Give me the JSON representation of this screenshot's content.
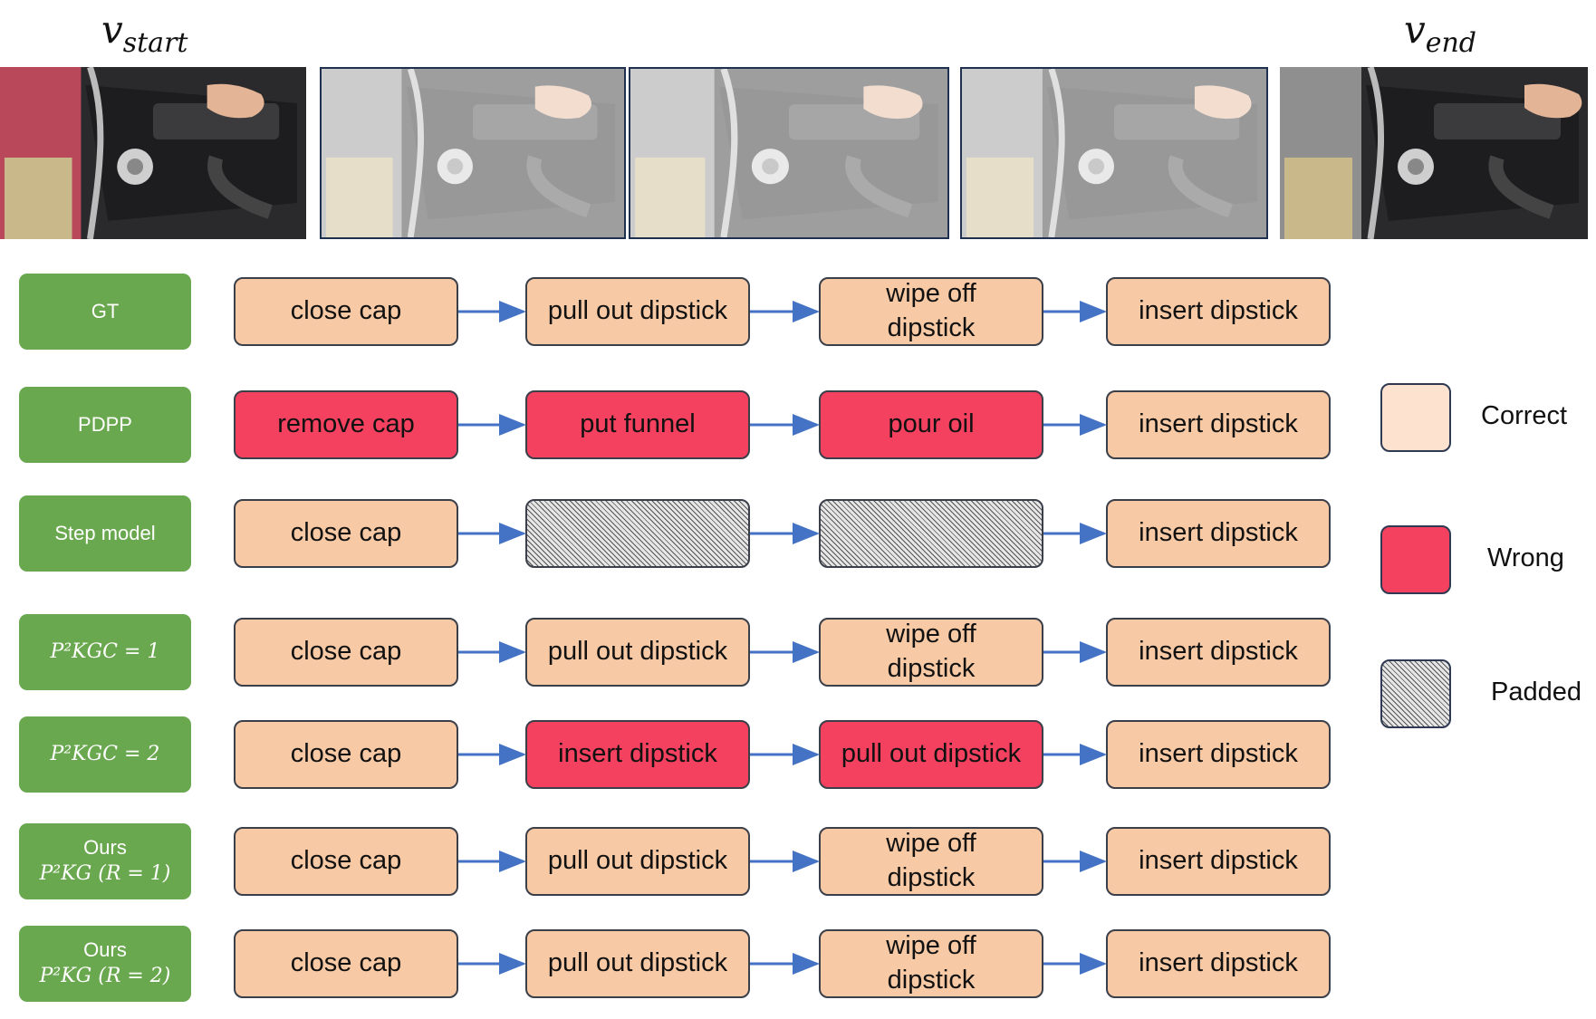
{
  "header": {
    "start_var": "v",
    "start_sub": "start",
    "end_var": "v",
    "end_sub": "end"
  },
  "frames": [
    {
      "name": "start-frame",
      "faded": false
    },
    {
      "name": "intermediate-frame-1",
      "faded": true
    },
    {
      "name": "intermediate-frame-2",
      "faded": true
    },
    {
      "name": "intermediate-frame-3",
      "faded": true
    },
    {
      "name": "end-frame",
      "faded": false
    }
  ],
  "rows": [
    {
      "label": [
        "GT"
      ],
      "math": false,
      "steps": [
        {
          "text": "close cap",
          "status": "correct"
        },
        {
          "text": "pull out dipstick",
          "status": "correct"
        },
        {
          "text": "wipe off dipstick",
          "status": "correct"
        },
        {
          "text": "insert dipstick",
          "status": "correct"
        }
      ]
    },
    {
      "label": [
        "PDPP"
      ],
      "math": false,
      "steps": [
        {
          "text": "remove cap",
          "status": "wrong"
        },
        {
          "text": "put funnel",
          "status": "wrong"
        },
        {
          "text": "pour oil",
          "status": "wrong"
        },
        {
          "text": "insert dipstick",
          "status": "correct"
        }
      ]
    },
    {
      "label": [
        "Step model"
      ],
      "math": false,
      "steps": [
        {
          "text": "close cap",
          "status": "correct"
        },
        {
          "text": "",
          "status": "padded"
        },
        {
          "text": "",
          "status": "padded"
        },
        {
          "text": "insert dipstick",
          "status": "correct"
        }
      ]
    },
    {
      "label": [
        "P²KGC = 1"
      ],
      "math": true,
      "steps": [
        {
          "text": "close cap",
          "status": "correct"
        },
        {
          "text": "pull out dipstick",
          "status": "correct"
        },
        {
          "text": "wipe off dipstick",
          "status": "correct"
        },
        {
          "text": "insert dipstick",
          "status": "correct"
        }
      ]
    },
    {
      "label": [
        "P²KGC = 2"
      ],
      "math": true,
      "steps": [
        {
          "text": "close cap",
          "status": "correct"
        },
        {
          "text": "insert dipstick",
          "status": "wrong"
        },
        {
          "text": "pull out dipstick",
          "status": "wrong"
        },
        {
          "text": "insert dipstick",
          "status": "correct"
        }
      ]
    },
    {
      "label": [
        "Ours",
        "P²KG (R = 1)"
      ],
      "math": true,
      "steps": [
        {
          "text": "close cap",
          "status": "correct"
        },
        {
          "text": "pull out dipstick",
          "status": "correct"
        },
        {
          "text": "wipe off dipstick",
          "status": "correct"
        },
        {
          "text": "insert dipstick",
          "status": "correct"
        }
      ]
    },
    {
      "label": [
        "Ours",
        "P²KG (R = 2)"
      ],
      "math": true,
      "steps": [
        {
          "text": "close cap",
          "status": "correct"
        },
        {
          "text": "pull out dipstick",
          "status": "correct"
        },
        {
          "text": "wipe off dipstick",
          "status": "correct"
        },
        {
          "text": "insert dipstick",
          "status": "correct"
        }
      ]
    }
  ],
  "legend": [
    {
      "status": "correct",
      "label": "Correct"
    },
    {
      "status": "wrong",
      "label": "Wrong"
    },
    {
      "status": "padded",
      "label": "Padded"
    }
  ],
  "colors": {
    "label_bg": "#6aa84f",
    "correct": "#f8c9a5",
    "wrong": "#f4415f",
    "arrow": "#4472c4"
  }
}
